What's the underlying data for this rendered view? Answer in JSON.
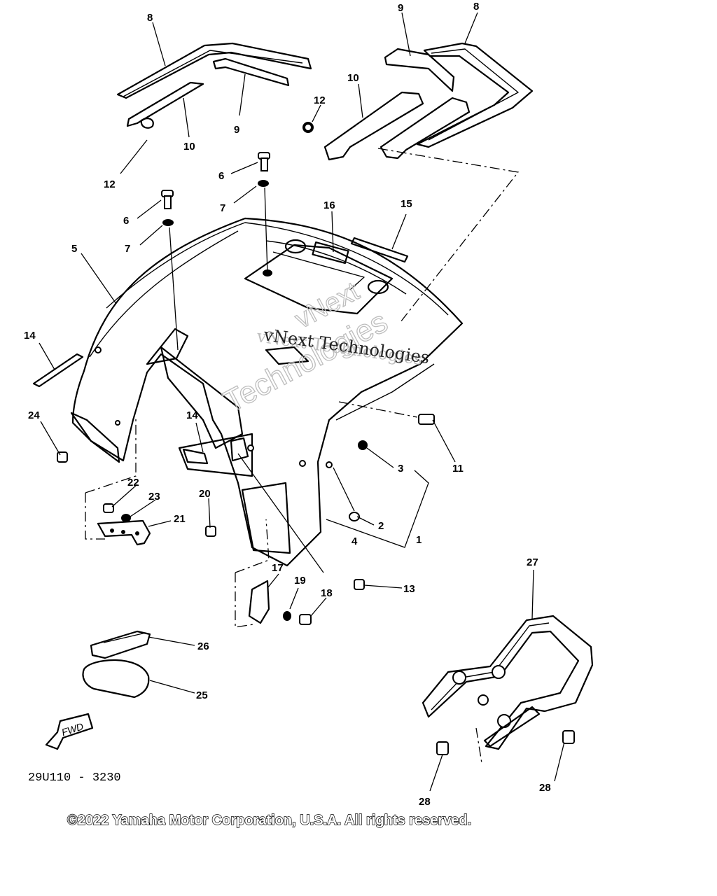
{
  "diagram": {
    "drawing_code": "29U110 - 3230",
    "copyright": "©2022 Yamaha Motor Corporation, U.S.A. All rights reserved.",
    "watermark_lines": [
      "vNext Technologies",
      "vNext",
      "Technologies",
      "vNext Technologies"
    ],
    "fwd_label": "FWD",
    "callouts": [
      "8",
      "9",
      "8",
      "9",
      "10",
      "10",
      "12",
      "12",
      "6",
      "6",
      "7",
      "7",
      "16",
      "15",
      "5",
      "14",
      "14",
      "24",
      "11",
      "3",
      "2",
      "1",
      "4",
      "22",
      "23",
      "21",
      "20",
      "17",
      "19",
      "18",
      "13",
      "27",
      "26",
      "25",
      "28",
      "28"
    ]
  }
}
